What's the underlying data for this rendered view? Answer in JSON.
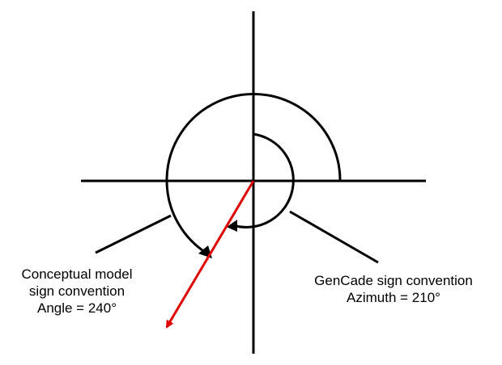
{
  "labels": {
    "conceptual": {
      "line1": "Conceptual model",
      "line2": "sign convention",
      "line3": "Angle = 240°"
    },
    "gencade": {
      "line1": "GenCade sign convention",
      "line2": "Azimuth = 210°"
    }
  },
  "angles": {
    "conceptual_angle_deg": 240,
    "gencade_azimuth_deg": 210
  },
  "colors": {
    "axes": "#000000",
    "arcs": "#000000",
    "direction_vector": "#e00000",
    "background": "#ffffff"
  }
}
